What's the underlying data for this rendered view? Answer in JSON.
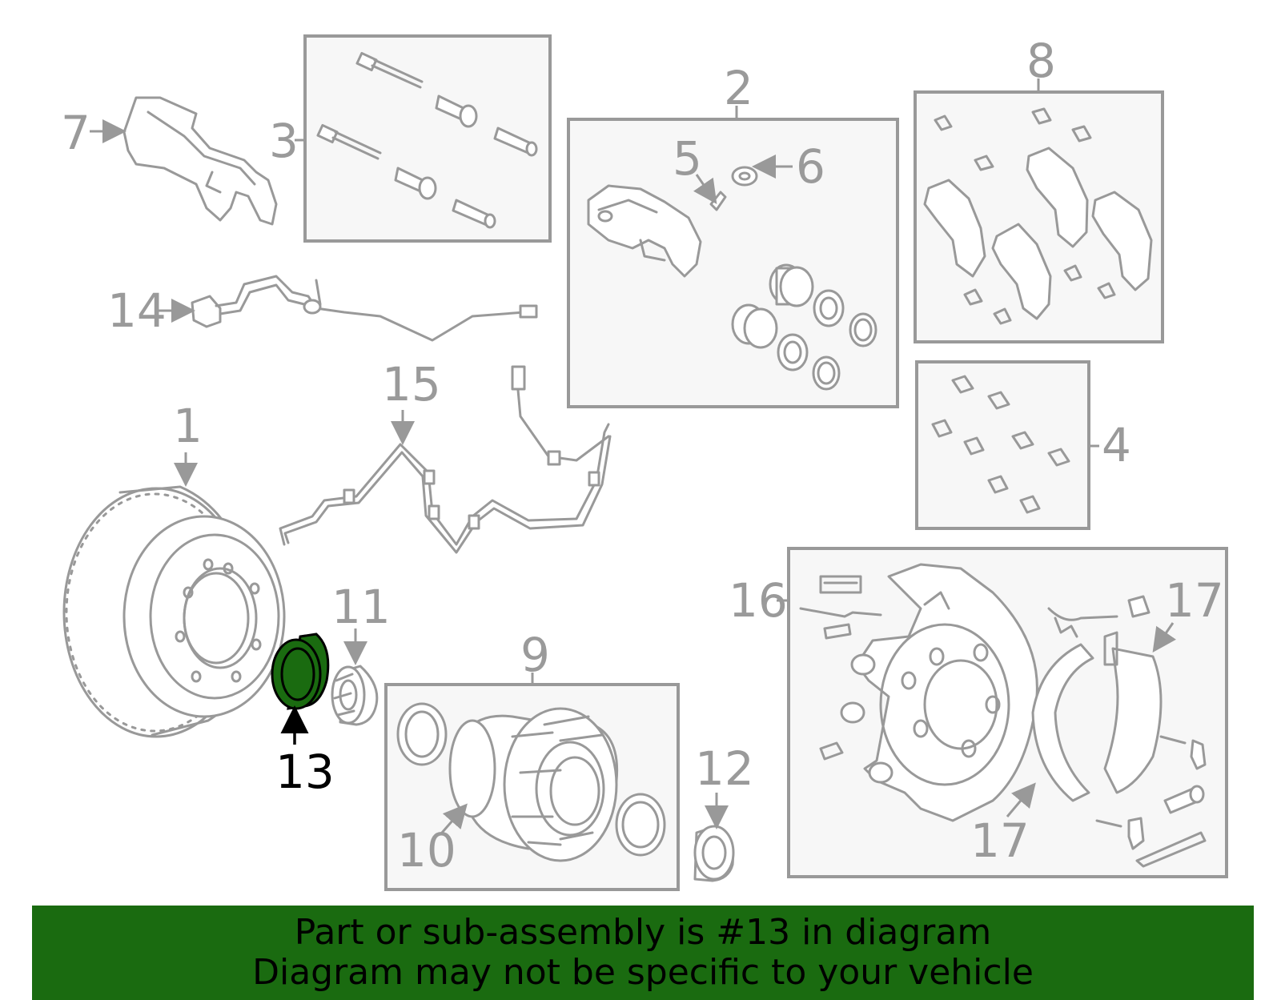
{
  "callouts": {
    "c1": "1",
    "c2": "2",
    "c3": "3",
    "c4": "4",
    "c5": "5",
    "c6": "6",
    "c7": "7",
    "c8": "8",
    "c9": "9",
    "c10": "10",
    "c11": "11",
    "c12": "12",
    "c13": "13",
    "c14": "14",
    "c15": "15",
    "c16": "16",
    "c17a": "17",
    "c17b": "17"
  },
  "highlighted_part": "13",
  "highlight_color": "#1a6b10",
  "banner": {
    "line1": "Part or sub-assembly is #13 in diagram",
    "line2": "Diagram may not be specific to your vehicle",
    "background": "#1a6b10"
  }
}
